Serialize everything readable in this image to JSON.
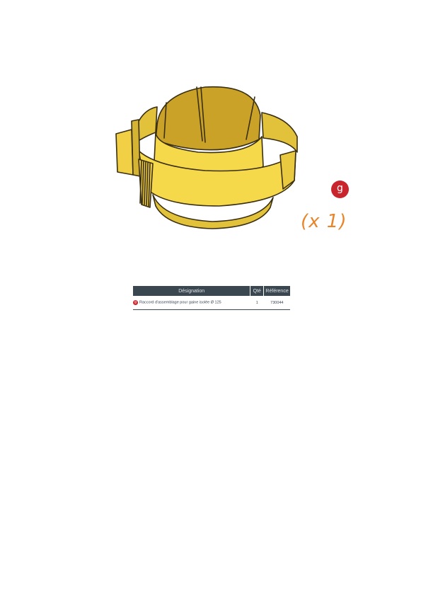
{
  "part": {
    "letter": "g",
    "quantity": "(x 1)",
    "illustration_icon": "yellow-collar-connector-icon",
    "colors": {
      "badge": "#c9252c",
      "quantity_text": "#e8852b",
      "part_fill": "#f6d94a",
      "part_shadow": "#c9a227"
    }
  },
  "table": {
    "headers": {
      "designation": "Désignation",
      "qty": "Qté",
      "reference": "Référence"
    },
    "rows": [
      {
        "letter": "g",
        "designation": "Raccord d'assemblage pour gaine isolée Ø 125",
        "qty": "1",
        "reference": "730044"
      }
    ],
    "colors": {
      "header_bg": "#3b4750",
      "header_text": "#dfe3e6"
    }
  }
}
